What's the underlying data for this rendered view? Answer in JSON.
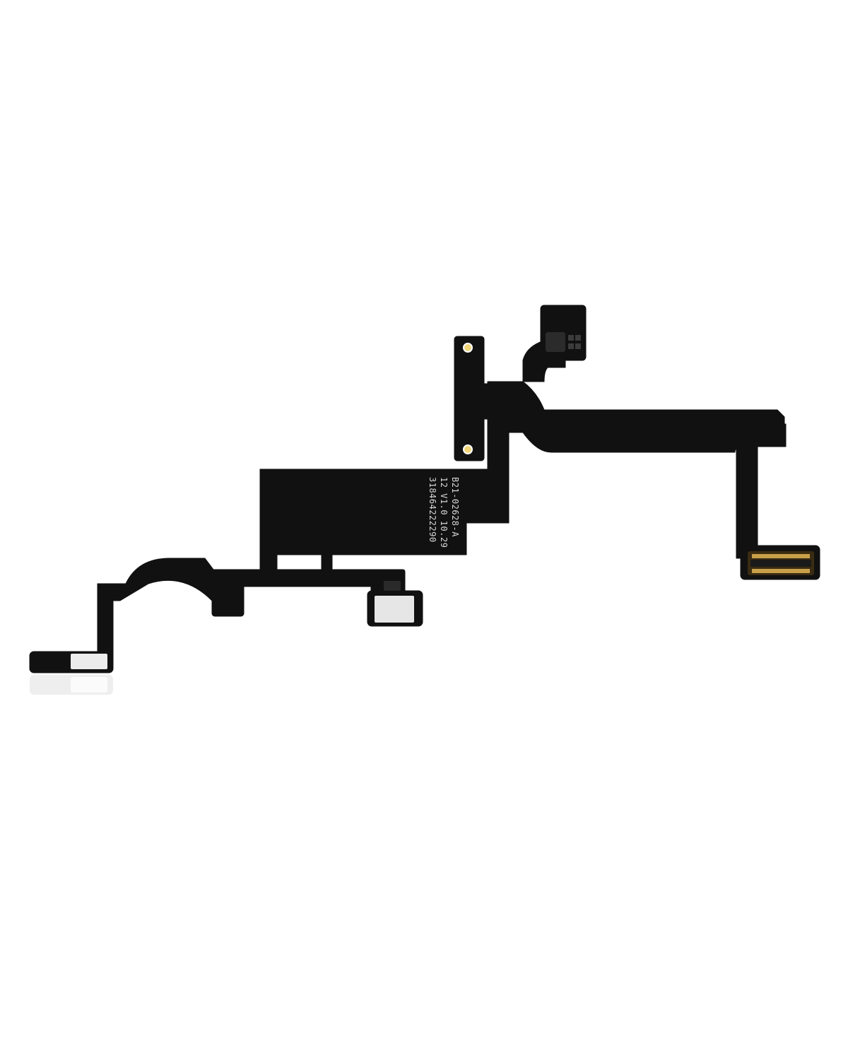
{
  "product": {
    "name": "flex-cable",
    "colors": {
      "background": "#ffffff",
      "flex": "#111111",
      "pad": "#e9e9e9",
      "gold": "#b88a2e"
    }
  },
  "labels": {
    "line1": "B21-02628-A",
    "line2": "12 V1.0 10.29",
    "line3": "318464222290"
  }
}
